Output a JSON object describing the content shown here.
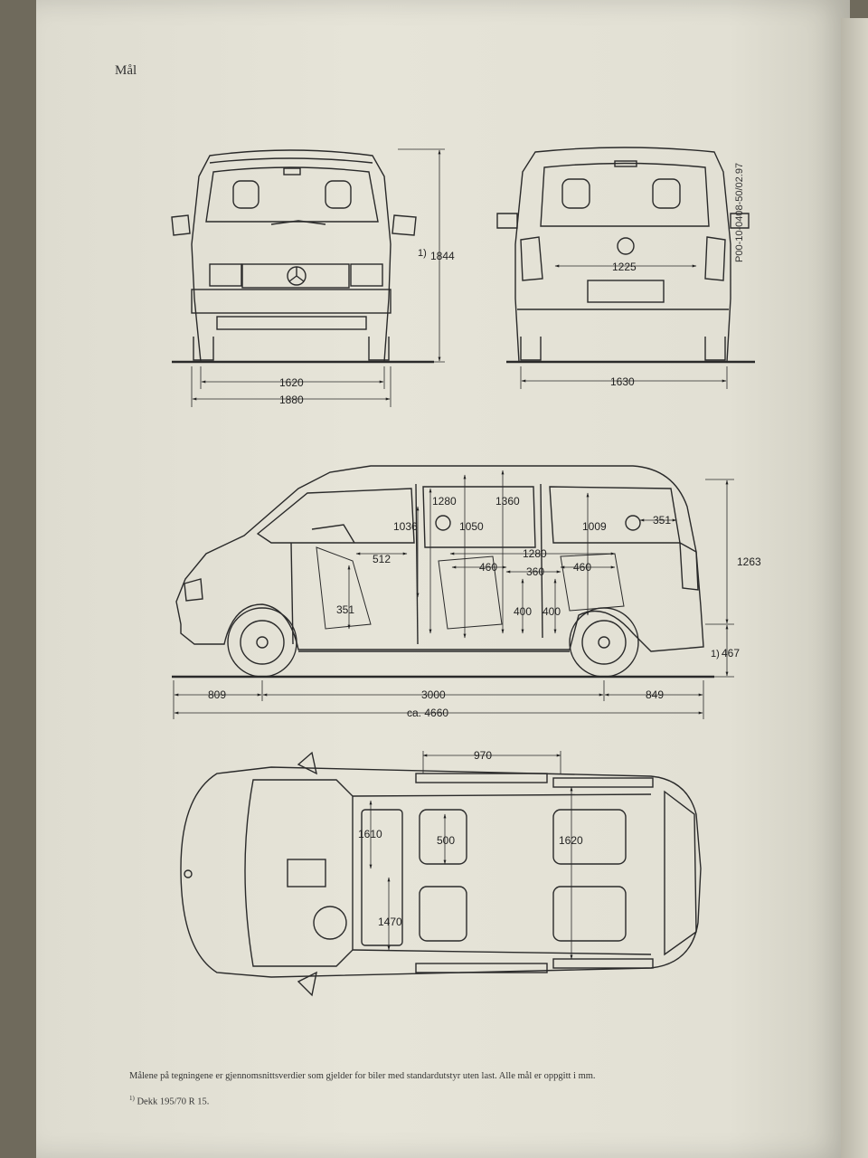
{
  "heading": "Mål",
  "code": "P00-10-0408-50/02.97",
  "front_view": {
    "height": "1844",
    "height_note": "1)",
    "track": "1620",
    "width": "1880"
  },
  "rear_view": {
    "inner_width": "1225",
    "track": "1630"
  },
  "side_view": {
    "d1280a": "1280",
    "d1360": "1360",
    "d1036": "1036",
    "d1050": "1050",
    "d1009": "1009",
    "d351a": "351",
    "d512": "512",
    "d1280b": "1280",
    "d460a": "460",
    "d360": "360",
    "d460b": "460",
    "d351b": "351",
    "d400a": "400",
    "d400b": "400",
    "d1263": "1263",
    "d467": "467",
    "d467_note": "1)",
    "front_overhang": "809",
    "wheelbase": "3000",
    "rear_overhang": "849",
    "length": "ca. 4660"
  },
  "top_view": {
    "d970": "970",
    "d1610": "1610",
    "d500": "500",
    "d1620": "1620",
    "d1470": "1470"
  },
  "footnote": {
    "text": "Målene på tegningene er gjennomsnittsverdier som gjelder for biler med standardutstyr uten last. Alle mål er oppgitt i mm.",
    "tire_note_mark": "1)",
    "tire_note": "Dekk 195/70 R 15."
  },
  "colors": {
    "paper": "#e3e1d5",
    "ink": "#2a2a2a"
  }
}
